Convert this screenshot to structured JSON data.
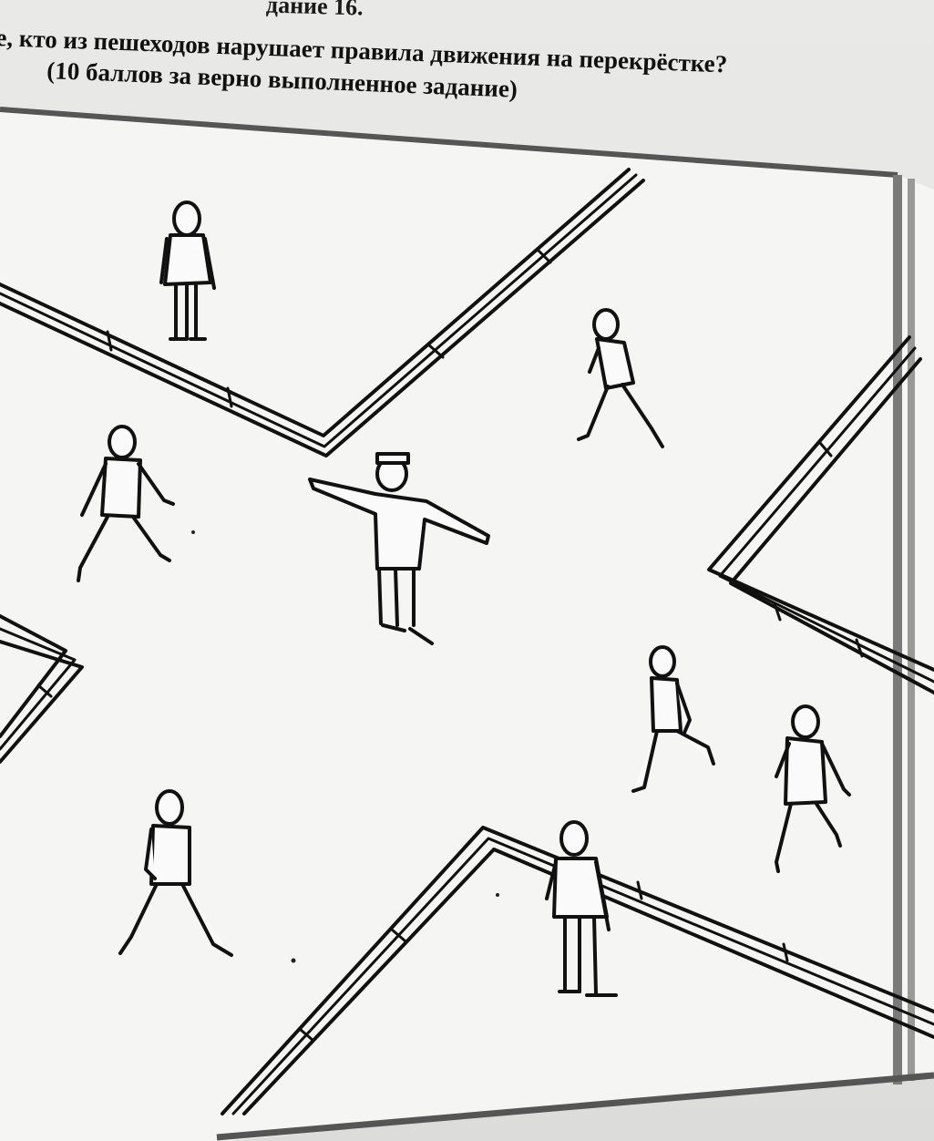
{
  "document": {
    "task_number": "дание 16.",
    "question_line1": "е, кто из пешеходов нарушает правила движения на перекрёстке?",
    "question_line2": "(10 баллов за верно выполненное задание)"
  },
  "illustration": {
    "subject": "crossroads",
    "figures": [
      "standing-man-top-left",
      "walking-man-top-right",
      "walking-man-left",
      "traffic-controller-center",
      "walking-man-lower-middle",
      "walking-man-right",
      "walking-man-bottom-left",
      "standing-man-bottom-corner"
    ]
  }
}
